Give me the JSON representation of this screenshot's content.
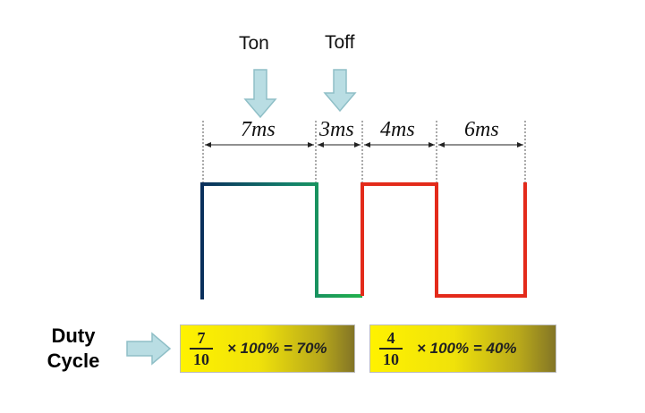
{
  "labels": {
    "ton": "Ton",
    "toff": "Toff"
  },
  "intervals": [
    "7ms",
    "3ms",
    "4ms",
    "6ms"
  ],
  "duty_label": {
    "line1": "Duty",
    "line2": "Cycle"
  },
  "formulas": [
    {
      "numerator": "7",
      "denominator": "10",
      "expression": "× 100% = 70%"
    },
    {
      "numerator": "4",
      "denominator": "10",
      "expression": "× 100% = 40%"
    }
  ],
  "colors": {
    "arrow_fill": "#b9dde3",
    "arrow_stroke": "#8fbfc7",
    "wave1_start": "#0a2f5c",
    "wave1_end": "#22b24c",
    "wave2": "#e32a1a",
    "dim_line": "#222222"
  },
  "icons": {
    "down_arrow": "down-arrow-icon",
    "right_arrow": "right-arrow-icon"
  }
}
